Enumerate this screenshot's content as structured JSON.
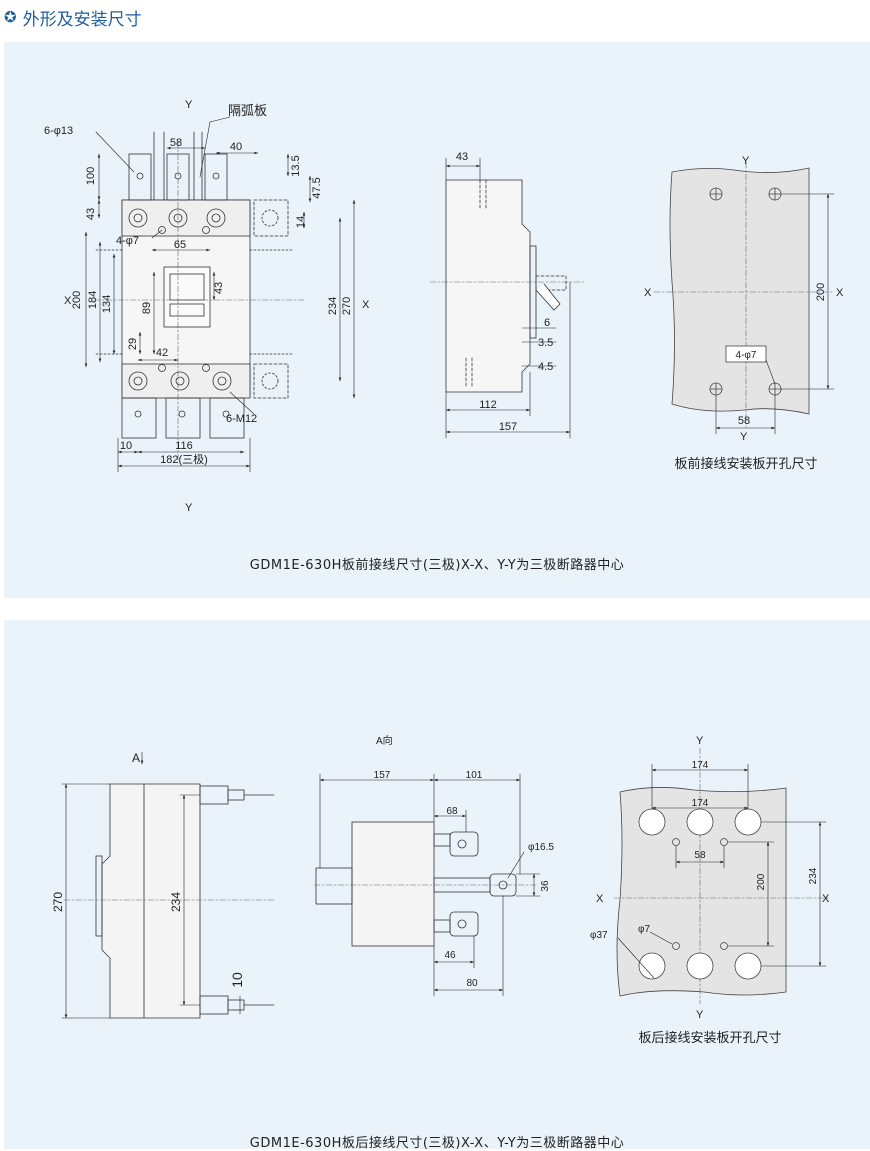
{
  "header": {
    "icon": "star-icon",
    "title": "外形及安装尺寸"
  },
  "colors": {
    "accent": "#1f5f9e",
    "panel_bg": "#eaf3fa",
    "plate_bg": "#e4e4e4",
    "body_fill": "#f4f4f4"
  },
  "panel1": {
    "caption": "GDM1E-630H板前接线尺寸(三极)X-X、Y-Y为三极断路器中心",
    "front_view": {
      "axis_y_top": "Y",
      "axis_y_bottom": "Y",
      "axis_x_left": "X",
      "axis_x_right": "X",
      "label_arc": "隔弧板",
      "label_holes6": "6-φ13",
      "label_holes4": "4-φ7",
      "label_m12": "6-M12",
      "dims": {
        "d58": "58",
        "d40": "40",
        "d13_5": "13.5",
        "d47_5": "47.5",
        "d100": "100",
        "d43_left": "43",
        "d14": "14",
        "d65": "65",
        "d43_mid": "43",
        "d200": "200",
        "d184": "184",
        "d134": "134",
        "d29": "29",
        "d89": "89",
        "d42": "42",
        "d234": "234",
        "d270": "270",
        "d10": "10",
        "d116": "116",
        "d182": "182(三极)"
      }
    },
    "side_view": {
      "d43": "43",
      "d6": "6",
      "d3_5": "3.5",
      "d4_5": "4.5",
      "d112": "112",
      "d157": "157"
    },
    "plate_view": {
      "axis_y_top": "Y",
      "axis_y_bottom": "Y",
      "axis_x_left": "X",
      "axis_x_right": "X",
      "d200": "200",
      "d58": "58",
      "label_holes": "4-φ7",
      "caption": "板前接线安装板开孔尺寸"
    }
  },
  "panel2": {
    "caption": "GDM1E-630H板后接线尺寸(三极)X-X、Y-Y为三极断路器中心",
    "side_view": {
      "label_a": "A",
      "d270": "270",
      "d234": "234",
      "d10": "10"
    },
    "detail_view": {
      "label": "A向",
      "d157": "157",
      "d101": "101",
      "d68": "68",
      "d16_5": "φ16.5",
      "d36": "36",
      "d46": "46",
      "d80": "80"
    },
    "plate_view": {
      "axis_y_top": "Y",
      "axis_y_bottom": "Y",
      "axis_x_left": "X",
      "axis_x_right": "X",
      "d174_top": "174",
      "d174_mid": "174",
      "d58": "58",
      "d200": "200",
      "d234": "234",
      "label_phi37": "φ37",
      "label_phi7": "φ7",
      "caption": "板后接线安装板开孔尺寸"
    }
  }
}
